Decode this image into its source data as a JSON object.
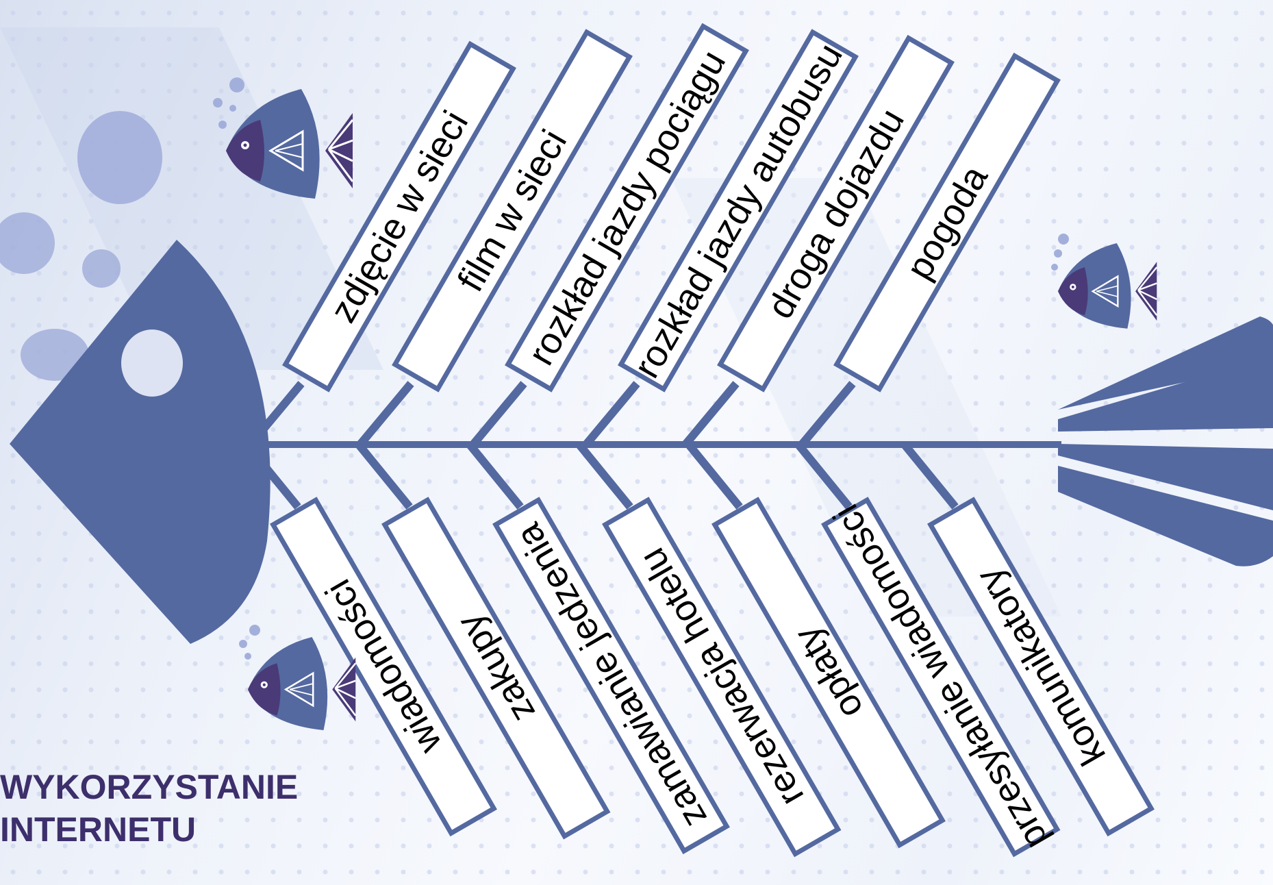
{
  "title": {
    "line1": "WYKORZYSTANIE",
    "line2": "INTERNETU"
  },
  "top_ribs": [
    {
      "label": "zdjęcie w sieci"
    },
    {
      "label": "film w sieci"
    },
    {
      "label": "rozkład jazdy pociągu"
    },
    {
      "label": "rozkład jazdy autobusu"
    },
    {
      "label": "droga dojazdu"
    },
    {
      "label": "pogoda"
    }
  ],
  "bottom_ribs": [
    {
      "label": "wiadomości"
    },
    {
      "label": "zakupy"
    },
    {
      "label": "zamawianie jedzenia"
    },
    {
      "label": "rezerwacja hotelu"
    },
    {
      "label": "opłaty"
    },
    {
      "label": "przesyłanie wiadomości"
    },
    {
      "label": "komunikatory"
    }
  ],
  "colors": {
    "fish_blue": "#5469a0",
    "fish_dark": "#4a3a78",
    "bubble": "#a3afdb",
    "title": "#3d2f6b",
    "box_fill": "#ffffff",
    "box_stroke": "#5469a0"
  },
  "icons": [
    "fish-head-icon",
    "fish-tail-icon",
    "small-fish-icon",
    "bubble-icon"
  ]
}
